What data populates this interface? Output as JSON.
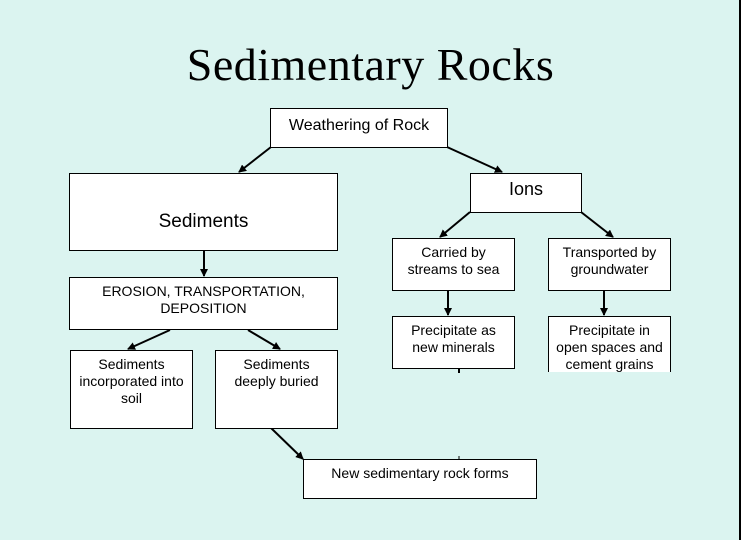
{
  "title": "Sedimentary Rocks",
  "background_color": "#dbf4f0",
  "nodes": {
    "weathering": "Weathering of Rock",
    "sediments": "Sediments",
    "ions": "Ions",
    "erosion_line1": "EROSION, TRANSPORTATION,",
    "erosion_line2": "DEPOSITION",
    "carried_line1": "Carried by",
    "carried_line2": "streams to sea",
    "transported_line1": "Transported by",
    "transported_line2": "groundwater",
    "precip_minerals_line1": "Precipitate as",
    "precip_minerals_line2": "new minerals",
    "precip_open_line1": "Precipitate in",
    "precip_open_line2": "open spaces and",
    "precip_open_line3": "cement grains",
    "soil_line1": "Sediments",
    "soil_line2": "incorporated into",
    "soil_line3": "soil",
    "buried_line1": "Sediments",
    "buried_line2": "deeply buried",
    "new_rock": "New sedimentary rock forms"
  },
  "edges": [
    {
      "from": "weathering",
      "to": "sediments"
    },
    {
      "from": "weathering",
      "to": "ions"
    },
    {
      "from": "sediments",
      "to": "erosion"
    },
    {
      "from": "erosion",
      "to": "soil"
    },
    {
      "from": "erosion",
      "to": "buried"
    },
    {
      "from": "buried",
      "to": "new_rock"
    },
    {
      "from": "ions",
      "to": "carried"
    },
    {
      "from": "ions",
      "to": "transported"
    },
    {
      "from": "carried",
      "to": "precip_minerals"
    },
    {
      "from": "transported",
      "to": "precip_open"
    }
  ]
}
